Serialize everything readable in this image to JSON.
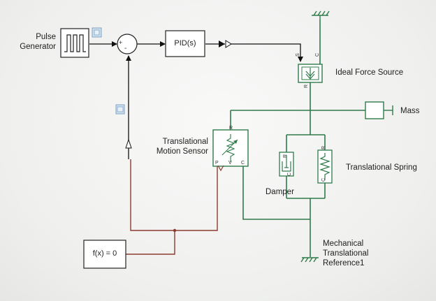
{
  "blocks": {
    "pulse_generator": "Pulse\nGenerator",
    "pid": "PID(s)",
    "ideal_force_source": "Ideal Force Source",
    "mass": "Mass",
    "translational_motion_sensor": "Translational\nMotion Sensor",
    "translational_spring": "Translational Spring",
    "damper": "Damper",
    "mechanical_translational_reference": "Mechanical\nTranslational\nReference1",
    "solver_config": "f(x) = 0"
  },
  "ports": {
    "force_source_s": "S",
    "force_source_c": "C",
    "force_source_r": "R",
    "sensor_p": "P",
    "sensor_v": "V",
    "sensor_r": "R",
    "sensor_c": "C",
    "damper_r": "R",
    "damper_c": "C",
    "spring_r": "R",
    "spring_c": "C"
  },
  "sum_signs": {
    "plus": "+",
    "minus": "-"
  },
  "colors": {
    "signal": "#111111",
    "physical": "#2f7a4a",
    "measurement": "#8a3b2f",
    "block_fill": "#ffffff",
    "block_border": "#222222"
  }
}
